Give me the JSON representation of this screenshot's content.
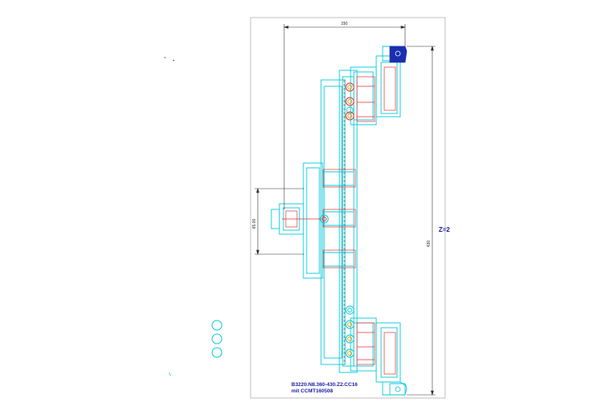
{
  "drawing": {
    "dimension_width": "150",
    "dimension_height": "430",
    "dimension_shank": "65.00",
    "teeth_label": "Z=2",
    "title_line1": "B3220.N8.360-430.Z2.CC16",
    "title_line2": "mit CCMT160508"
  },
  "colors": {
    "outline": "#00c8d8",
    "hidden": "#e83030",
    "dimension": "#303030",
    "insert": "#1a2fb0",
    "text": "#1a1aa8",
    "frame": "#b0b0b0"
  }
}
